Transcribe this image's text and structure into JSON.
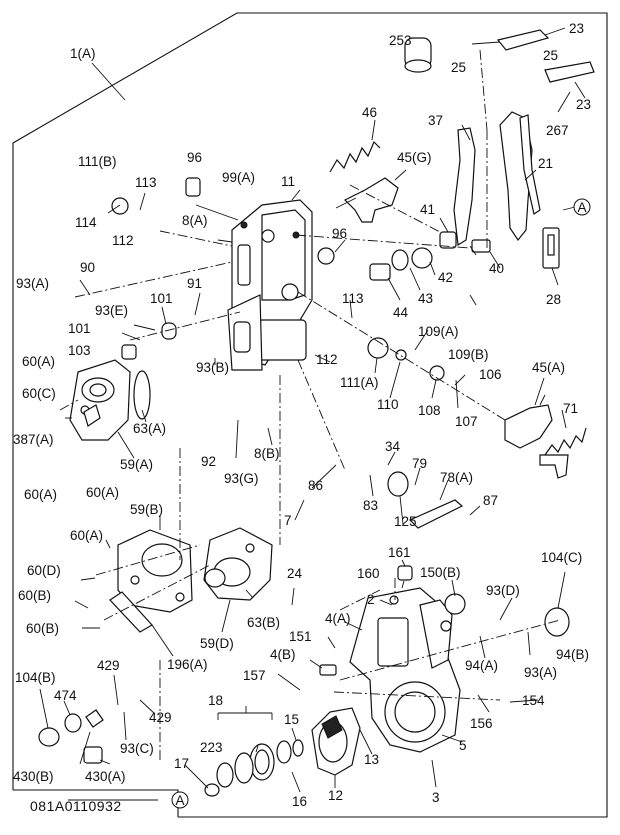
{
  "drawing_code": "081A0110932",
  "reference_marker": "A",
  "labels": {
    "p1A": "1(A)",
    "p2": "2",
    "p3": "3",
    "p5": "5",
    "p7": "7",
    "p8A": "8(A)",
    "p8B": "8(B)",
    "p11": "11",
    "p12": "12",
    "p13": "13",
    "p15": "15",
    "p16": "16",
    "p17": "17",
    "p18": "18",
    "p21": "21",
    "p23a": "23",
    "p23b": "23",
    "p24": "24",
    "p25a": "25",
    "p25b": "25",
    "p28": "28",
    "p34": "34",
    "p37": "37",
    "p40": "40",
    "p41": "41",
    "p42": "42",
    "p43": "43",
    "p44": "44",
    "p45A": "45(A)",
    "p45G": "45(G)",
    "p46": "46",
    "p59A": "59(A)",
    "p59B": "59(B)",
    "p59D": "59(D)",
    "p60A1": "60(A)",
    "p60A2": "60(A)",
    "p60A3": "60(A)",
    "p60A4": "60(A)",
    "p60B1": "60(B)",
    "p60B2": "60(B)",
    "p60C": "60(C)",
    "p60D": "60(D)",
    "p63A": "63(A)",
    "p63B": "63(B)",
    "p71": "71",
    "p78A": "78(A)",
    "p79": "79",
    "p83": "83",
    "p86": "86",
    "p87": "87",
    "p90": "90",
    "p91": "91",
    "p92": "92",
    "p93A1": "93(A)",
    "p93A2": "93(A)",
    "p93B": "93(B)",
    "p93C": "93(C)",
    "p93D": "93(D)",
    "p93E": "93(E)",
    "p93G": "93(G)",
    "p94A": "94(A)",
    "p94B": "94(B)",
    "p96a": "96",
    "p96b": "96",
    "p99A": "99(A)",
    "p101a": "101",
    "p101b": "101",
    "p103": "103",
    "p104B": "104(B)",
    "p104C": "104(C)",
    "p106": "106",
    "p107": "107",
    "p108": "108",
    "p109A": "109(A)",
    "p109B": "109(B)",
    "p110": "110",
    "p111A": "111(A)",
    "p111B": "111(B)",
    "p112a": "112",
    "p112b": "112",
    "p113a": "113",
    "p113b": "113",
    "p114": "114",
    "p125": "125",
    "p150B": "150(B)",
    "p151": "151",
    "p154": "154",
    "p156": "156",
    "p157": "157",
    "p160": "160",
    "p161": "161",
    "p196A": "196(A)",
    "p223": "223",
    "p253": "253",
    "p267": "267",
    "p387A": "387(A)",
    "p429a": "429",
    "p429b": "429",
    "p430A": "430(A)",
    "p430B": "430(B)",
    "p474": "474",
    "p4A": "4(A)",
    "p4B": "4(B)"
  }
}
